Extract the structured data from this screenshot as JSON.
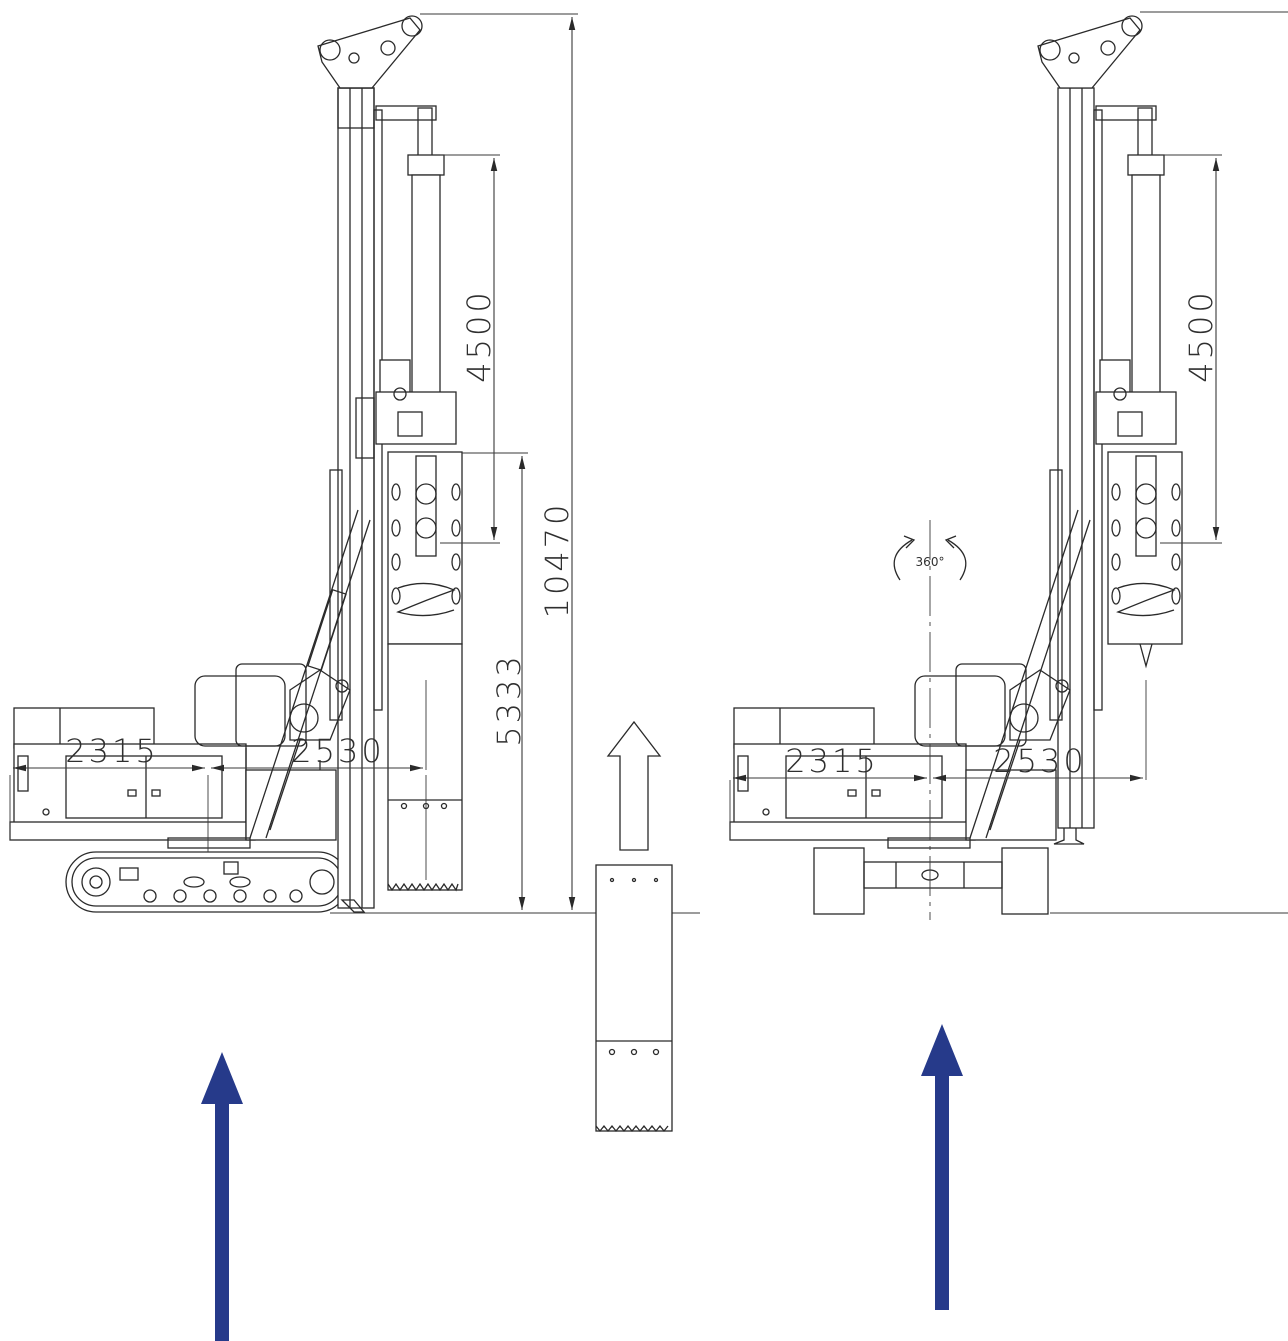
{
  "left_view": {
    "dim_rear_width": "2315",
    "dim_front_reach": "2530",
    "dim_stroke": "4500",
    "dim_casing_height": "5333",
    "dim_total_height": "10470"
  },
  "right_view": {
    "dim_rear_width": "2315",
    "dim_front_reach": "2530",
    "dim_stroke": "4500",
    "rotation_label": "360°"
  },
  "colors": {
    "drawing_line": "#2a2a2a",
    "highlight_arrow": "#263a8a"
  }
}
